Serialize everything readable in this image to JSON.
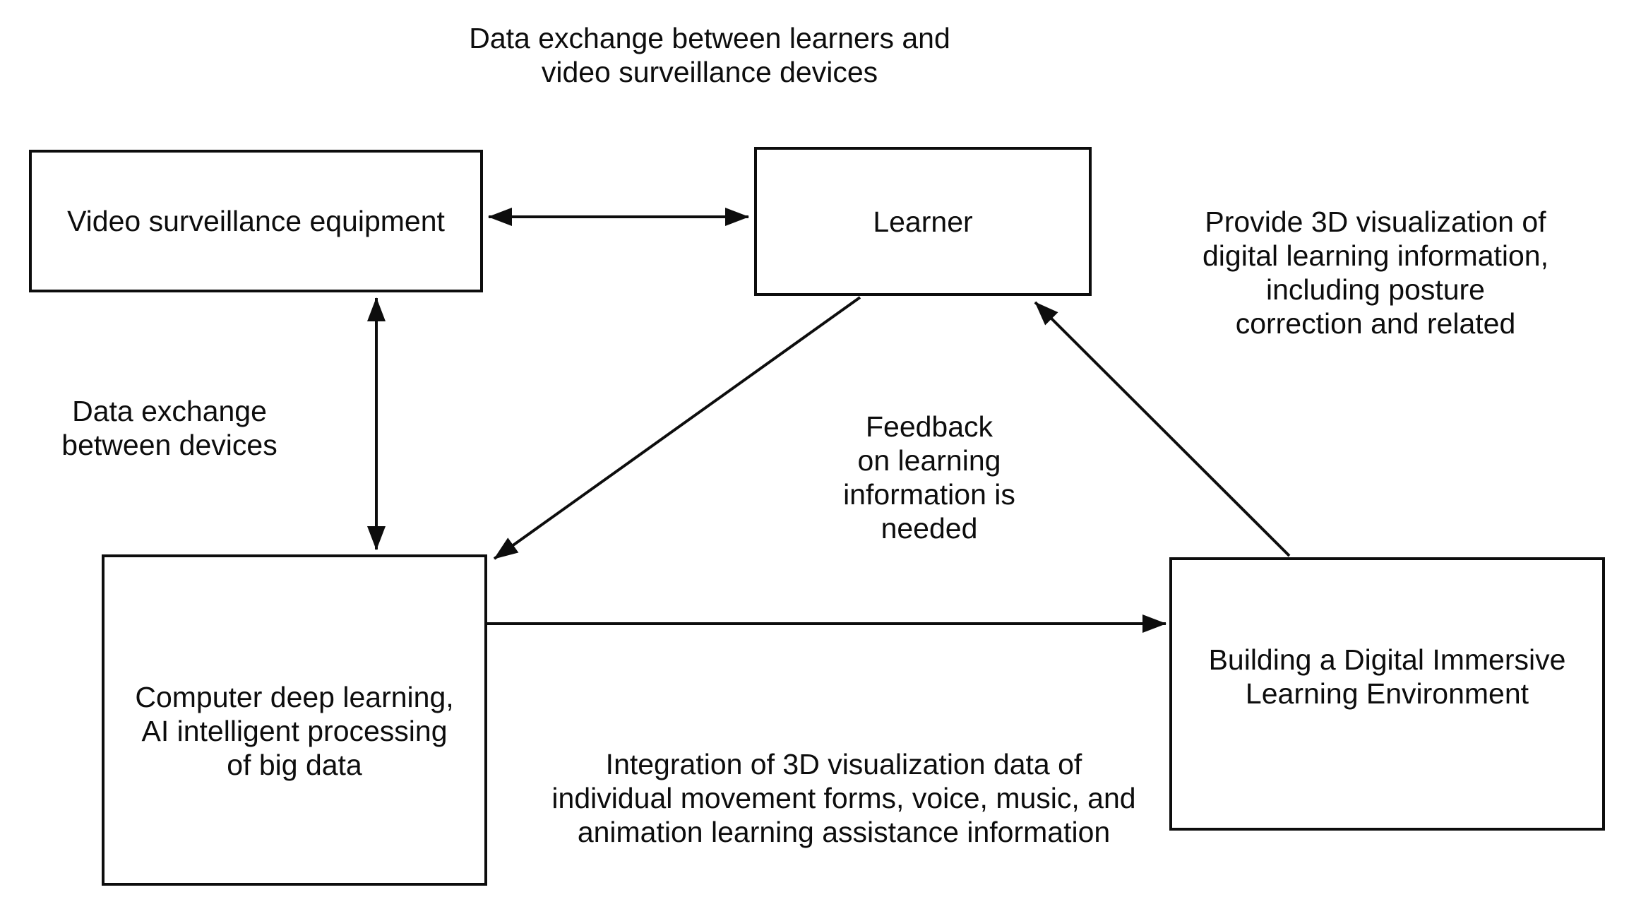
{
  "diagram": {
    "type": "flow-diagram",
    "colors": {
      "background": "#ffffff",
      "box_fill": "#ffffff",
      "line": "#0d0d0d",
      "text": "#0d0d0d"
    },
    "nodes": {
      "video_surveillance": {
        "label": "Video surveillance equipment"
      },
      "learner": {
        "label": "Learner"
      },
      "deep_learning": {
        "label": "Computer deep learning,\nAI intelligent processing\nof big data"
      },
      "immersive_env": {
        "label": "Building a Digital Immersive\nLearning Environment"
      }
    },
    "labels": {
      "top": "Data exchange between learners and\nvideo surveillance devices",
      "left": "Data exchange\nbetween devices",
      "feedback": "Feedback\non learning\ninformation is\nneeded",
      "provide": "Provide 3D visualization of\ndigital learning information,\nincluding posture\ncorrection and related",
      "integration": "Integration of 3D visualization data of\nindividual movement forms, voice, music, and\nanimation learning assistance information"
    },
    "edges": [
      {
        "from": "video_surveillance",
        "to": "learner",
        "bidirectional": true,
        "label_ref": "top"
      },
      {
        "from": "video_surveillance",
        "to": "deep_learning",
        "bidirectional": true,
        "label_ref": "left"
      },
      {
        "from": "learner",
        "to": "deep_learning",
        "bidirectional": false,
        "label_ref": "feedback"
      },
      {
        "from": "deep_learning",
        "to": "immersive_env",
        "bidirectional": false,
        "label_ref": "integration"
      },
      {
        "from": "immersive_env",
        "to": "learner",
        "bidirectional": false,
        "label_ref": "provide"
      }
    ]
  }
}
